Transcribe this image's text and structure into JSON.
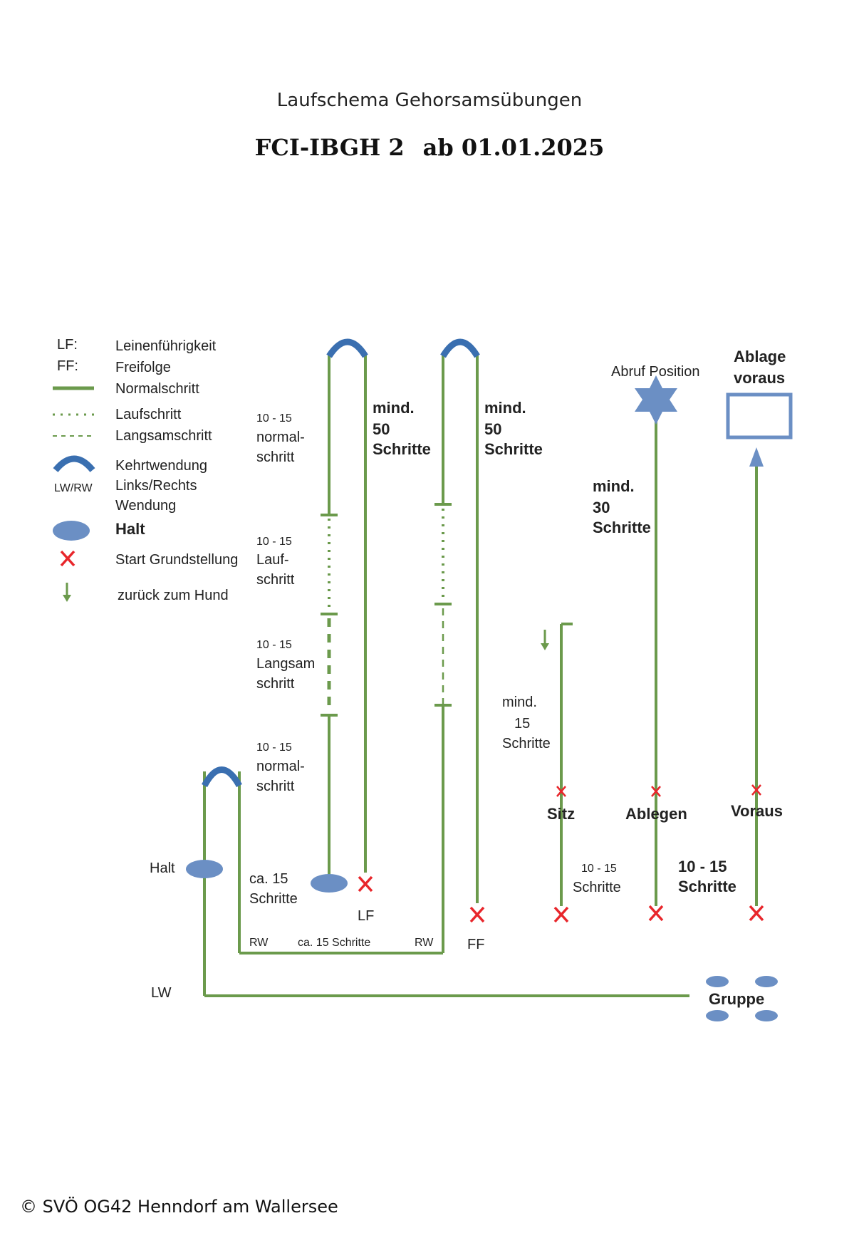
{
  "header": {
    "title": "Laufschema Gehorsamsübungen",
    "subtitle_program": "FCI-IBGH 2",
    "subtitle_date": "ab 01.01.2025"
  },
  "legend": {
    "lf_key": "LF:",
    "lf_text": "Leinenführigkeit",
    "ff_key": "FF:",
    "ff_text": "Freifolge",
    "normal": "Normalschritt",
    "lauf": "Laufschritt",
    "langsam": "Langsamschritt",
    "turn_line1": "Kehrtwendung",
    "turn_key": "LW/RW",
    "turn_line2": "Links/Rechts",
    "turn_line3": "Wendung",
    "halt": "Halt",
    "start": "Start Grundstellung",
    "back": "zurück zum Hund"
  },
  "segments": {
    "normal1_a": "10 - 15",
    "normal1_b": "normal-",
    "normal1_c": "schritt",
    "lauf_a": "10 - 15",
    "lauf_b": "Lauf-",
    "lauf_c": "schritt",
    "langsam_a": "10 - 15",
    "langsam_b": "Langsam",
    "langsam_c": "schritt",
    "normal2_a": "10 - 15",
    "normal2_b": "normal-",
    "normal2_c": "schritt"
  },
  "paths": {
    "lf_mind_a": "mind.",
    "lf_mind_b": "50",
    "lf_mind_c": "Schritte",
    "ff_mind_a": "mind.",
    "ff_mind_b": "50",
    "ff_mind_c": "Schritte",
    "halt": "Halt",
    "ca15_a": "ca. 15",
    "ca15_b": "Schritte",
    "lf": "LF",
    "ff": "FF",
    "rw_left": "RW",
    "rw_right": "RW",
    "ca15_bottom": "ca. 15 Schritte",
    "lw": "LW",
    "gruppe": "Gruppe",
    "x_mark": "X"
  },
  "exercises": {
    "sitz_mind_a": "mind.",
    "sitz_mind_b": "15",
    "sitz_mind_c": "Schritte",
    "sitz": "Sitz",
    "sitz_steps_a": "10 - 15",
    "sitz_steps_b": "Schritte",
    "abruf_position": "Abruf Position",
    "abruf_mind_a": "mind.",
    "abruf_mind_b": "30",
    "abruf_mind_c": "Schritte",
    "ablegen": "Ablegen",
    "ablage_a": "Ablage",
    "ablage_b": "voraus",
    "voraus": "Voraus",
    "voraus_steps_a": "10 - 15",
    "voraus_steps_b": "Schritte"
  },
  "colors": {
    "line": "#6b9a4c",
    "turn": "#3a6fb0",
    "halt": "#6b8fc4",
    "x": "#e8262b"
  },
  "footer": "© SVÖ OG42 Henndorf am  Wallersee"
}
